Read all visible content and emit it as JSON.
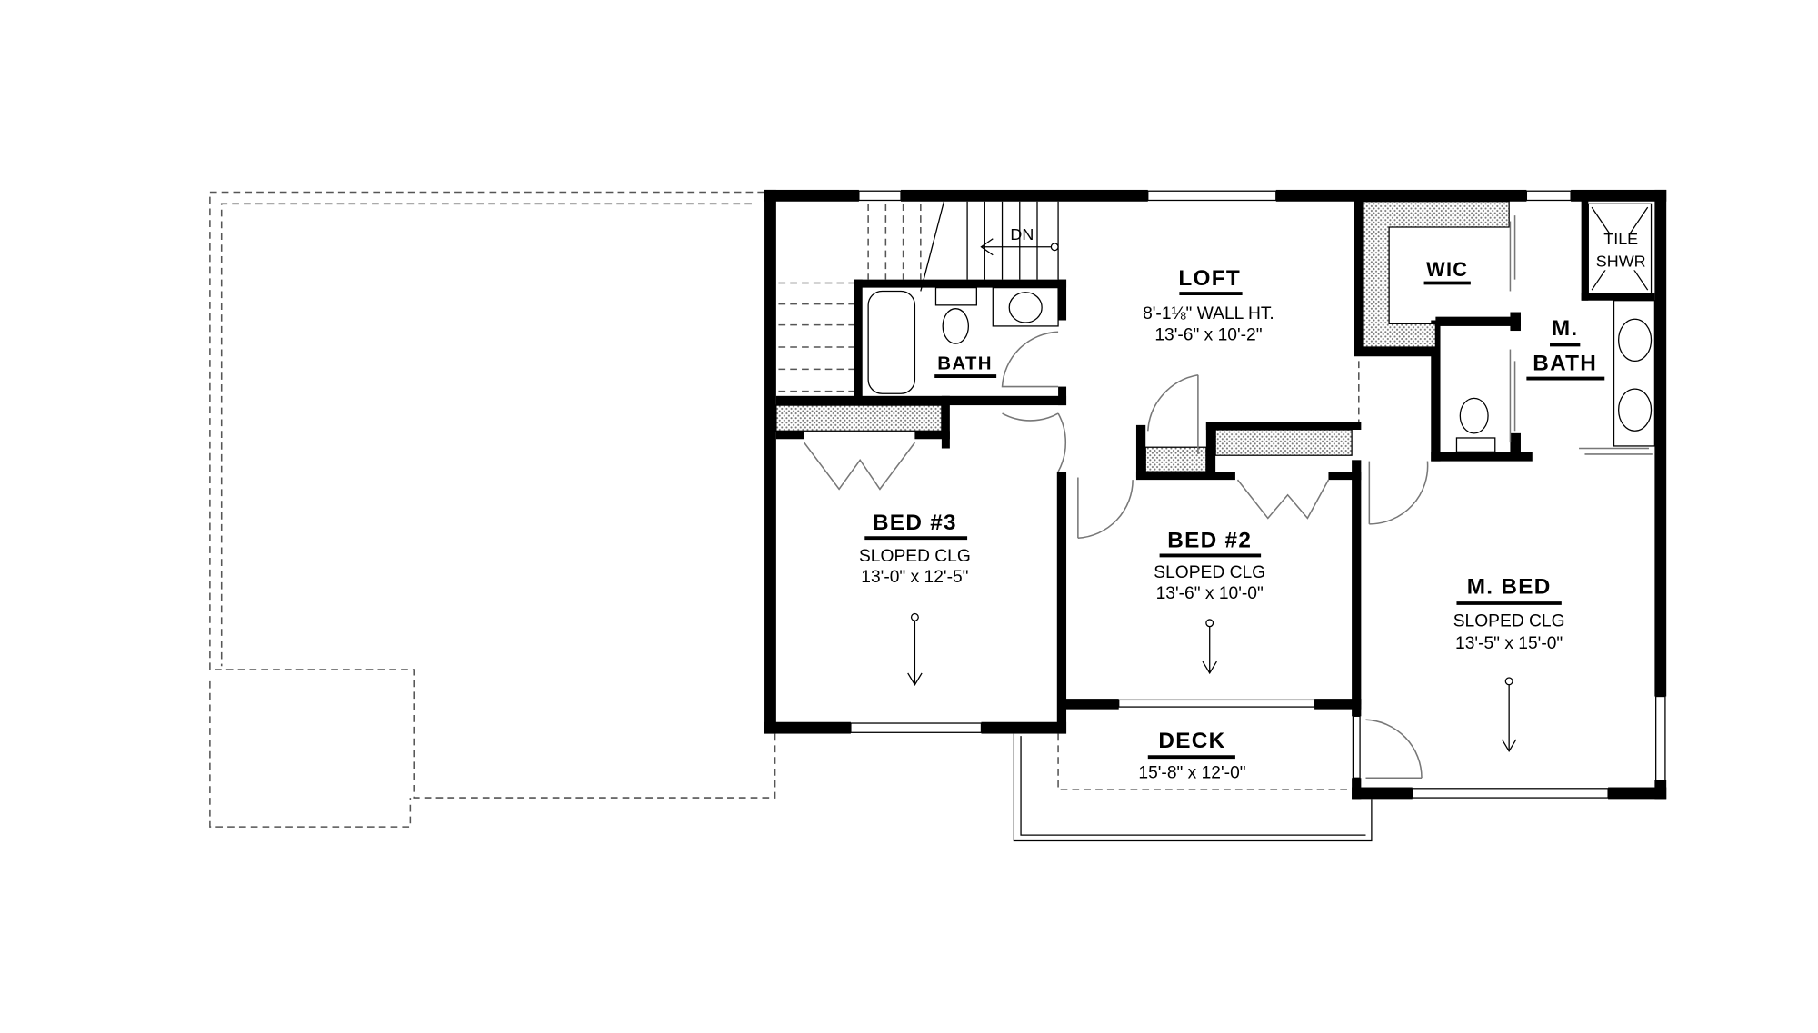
{
  "rooms": {
    "loft": {
      "title": "LOFT",
      "wall_height": "8'-1⅛\" WALL HT.",
      "size": "13'-6\" x 10'-2\""
    },
    "bath": {
      "title": "BATH"
    },
    "wic": {
      "title": "WIC"
    },
    "tile_shower": {
      "line1": "TILE",
      "line2": "SHWR"
    },
    "master_bath": {
      "line1": "M.",
      "line2": "BATH"
    },
    "bed3": {
      "title": "BED #3",
      "ceiling": "SLOPED CLG",
      "size": "13'-0\" x 12'-5\""
    },
    "bed2": {
      "title": "BED #2",
      "ceiling": "SLOPED CLG",
      "size": "13'-6\" x 10'-0\""
    },
    "master_bed": {
      "title": "M. BED",
      "ceiling": "SLOPED CLG",
      "size": "13'-5\" x 15'-0\""
    },
    "deck": {
      "title": "DECK",
      "size": "15'-8\" x 12'-0\""
    }
  },
  "stairs": {
    "label": "DN"
  },
  "colors": {
    "wall": "#000000",
    "background": "#ffffff",
    "hatch": "#888888"
  }
}
